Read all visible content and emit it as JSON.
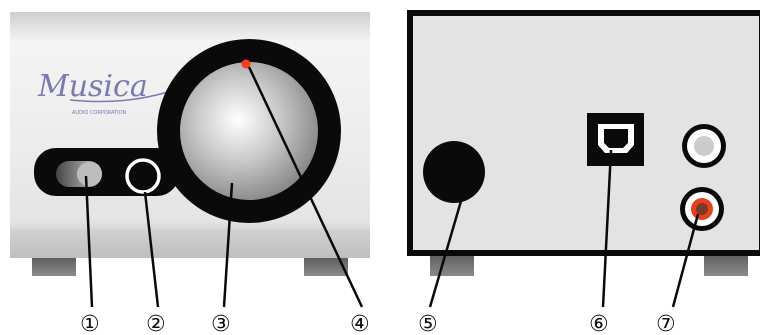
{
  "front_panel": {
    "brand_logo": "Musica",
    "brand_subtext": "AUDIO CORPORATION"
  },
  "callouts": [
    {
      "number": "①"
    },
    {
      "number": "②"
    },
    {
      "number": "③"
    },
    {
      "number": "④"
    },
    {
      "number": "⑤"
    },
    {
      "number": "⑥"
    },
    {
      "number": "⑦"
    }
  ],
  "colors": {
    "panel_light": "#ececec",
    "panel_dark": "#c6c6c6",
    "body_black": "#0a0a0a",
    "led_red": "#ff3a1f",
    "rca_red": "#e8401c",
    "foot_gray": "#777777"
  }
}
